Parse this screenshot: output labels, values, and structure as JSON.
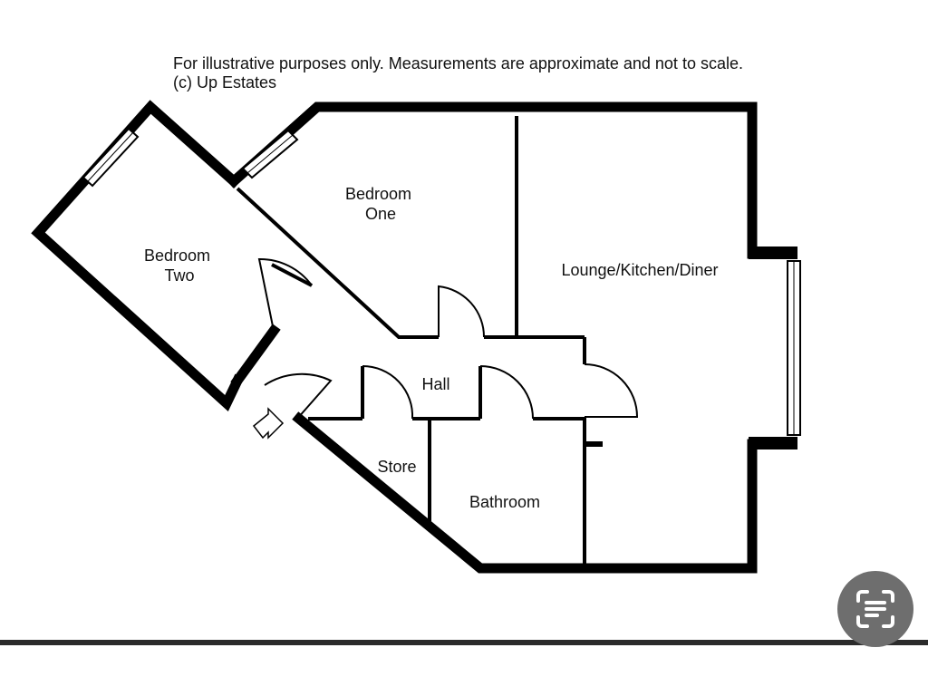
{
  "disclaimer": {
    "line1": "For illustrative purposes only. Measurements are approximate and not to scale.",
    "line2": "(c) Up Estates"
  },
  "rooms": {
    "bedroom_one": [
      "Bedroom",
      "One"
    ],
    "bedroom_two": [
      "Bedroom",
      "Two"
    ],
    "lounge": "Lounge/Kitchen/Diner",
    "hall": "Hall",
    "store": "Store",
    "bathroom": "Bathroom"
  },
  "icons": {
    "entrance": "entrance-arrow-icon",
    "lens": "scan-text-icon"
  },
  "colors": {
    "wall": "#000000",
    "lens_button": "#6e6e6e"
  }
}
